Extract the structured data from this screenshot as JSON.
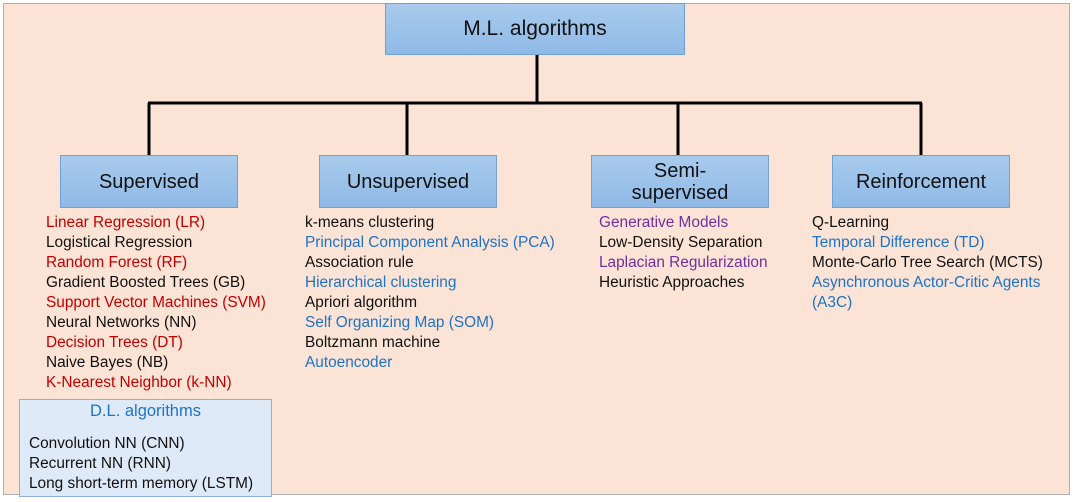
{
  "root": {
    "label": "M.L. algorithms"
  },
  "categories": [
    {
      "key": "supervised",
      "label": "Supervised",
      "items": [
        {
          "text": "Linear Regression (LR)",
          "color": "red"
        },
        {
          "text": "Logistical Regression",
          "color": "black"
        },
        {
          "text": "Random Forest (RF)",
          "color": "red"
        },
        {
          "text": "Gradient Boosted Trees (GB)",
          "color": "black"
        },
        {
          "text": "Support Vector Machines (SVM)",
          "color": "red"
        },
        {
          "text": "Neural Networks (NN)",
          "color": "black"
        },
        {
          "text": "Decision Trees (DT)",
          "color": "red"
        },
        {
          "text": "Naive Bayes (NB)",
          "color": "black"
        },
        {
          "text": "K-Nearest Neighbor (k-NN)",
          "color": "red"
        }
      ]
    },
    {
      "key": "unsupervised",
      "label": "Unsupervised",
      "items": [
        {
          "text": "k-means clustering",
          "color": "black"
        },
        {
          "text": "Principal Component Analysis (PCA)",
          "color": "blue"
        },
        {
          "text": "Association rule",
          "color": "black"
        },
        {
          "text": "Hierarchical clustering",
          "color": "blue"
        },
        {
          "text": "Apriori algorithm",
          "color": "black"
        },
        {
          "text": "Self Organizing Map (SOM)",
          "color": "blue"
        },
        {
          "text": "Boltzmann machine",
          "color": "black"
        },
        {
          "text": "Autoencoder",
          "color": "blue"
        }
      ]
    },
    {
      "key": "semi-supervised",
      "label": "Semi-\nsupervised",
      "items": [
        {
          "text": "Generative Models",
          "color": "purple"
        },
        {
          "text": "Low-Density Separation",
          "color": "black"
        },
        {
          "text": "Laplacian Regularization",
          "color": "purple"
        },
        {
          "text": "Heuristic Approaches",
          "color": "black"
        }
      ]
    },
    {
      "key": "reinforcement",
      "label": "Reinforcement",
      "items": [
        {
          "text": "Q-Learning",
          "color": "black"
        },
        {
          "text": "Temporal Difference (TD)",
          "color": "blue"
        },
        {
          "text": "Monte-Carlo Tree Search (MCTS)",
          "color": "black"
        },
        {
          "text": "Asynchronous Actor-Critic Agents",
          "color": "blue"
        },
        {
          "text": "(A3C)",
          "color": "blue"
        }
      ]
    }
  ],
  "dl": {
    "title": "D.L. algorithms",
    "items": [
      "Convolution NN (CNN)",
      "Recurrent NN (RNN)",
      "Long short-term memory (LSTM)"
    ]
  },
  "colors": {
    "background": "#fbe3d5",
    "box": "#9dc3e6",
    "red": "#c00000",
    "blue": "#1f73c6",
    "purple": "#7030a0",
    "black": "#111111",
    "connector": "#000000"
  }
}
